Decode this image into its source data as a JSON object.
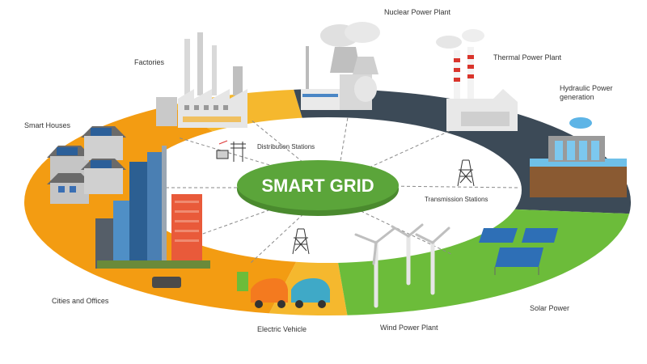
{
  "center": {
    "title": "SMART GRID"
  },
  "labels": {
    "nuclear": "Nuclear Power Plant",
    "factories": "Factories",
    "thermal": "Thermal Power Plant",
    "hydraulic": "Hydraulic Power generation",
    "smart_houses": "Smart Houses",
    "cities": "Cities and Offices",
    "electric_vehicle": "Electric Vehicle",
    "wind": "Wind Power Plant",
    "solar": "Solar Power"
  },
  "inner_labels": {
    "distribution": "Distribution Stations",
    "transmission": "Transmission Stations"
  },
  "colors": {
    "orange": "#f39c12",
    "yellow": "#f5b82e",
    "dark": "#3c4a57",
    "green": "#6cbc3a",
    "center_green": "#5ba53a",
    "white": "#ffffff"
  },
  "icons": [
    "nuclear-plant-icon",
    "factory-icon",
    "thermal-plant-icon",
    "hydro-dam-icon",
    "smart-house-icon",
    "city-building-icon",
    "electric-car-icon",
    "wind-turbine-icon",
    "solar-panel-icon",
    "transmission-tower-icon"
  ]
}
